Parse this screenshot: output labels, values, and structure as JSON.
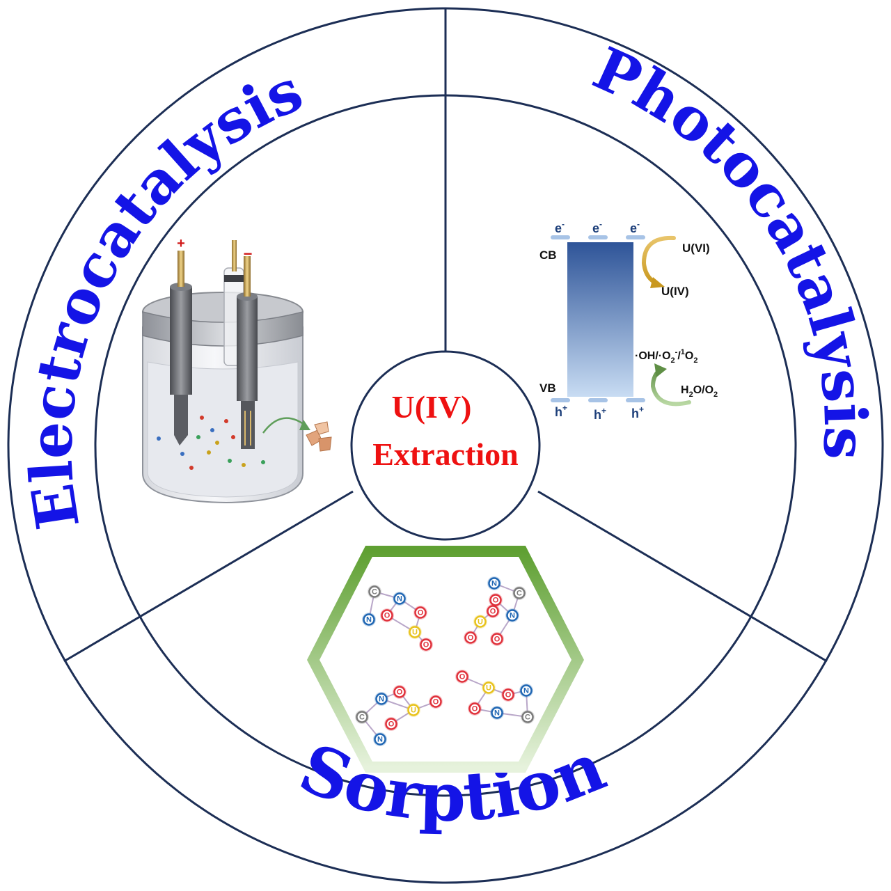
{
  "ring_titles": {
    "electrocatalysis": "Electrocatalysis",
    "photocatalysis": "Photocatalysis",
    "sorption": "Sorption"
  },
  "center": {
    "line1": "U(IV)",
    "line2": "Extraction"
  },
  "electrocatalysis_cell": {
    "positive_sign": "+",
    "negative_sign": "−"
  },
  "photocatalysis_diagram": {
    "cb_label": "CB",
    "vb_label": "VB",
    "electron_label": "e",
    "electron_sup": "-",
    "hole_label": "h",
    "hole_sup": "+",
    "u_vi": "U(VI)",
    "u_iv": "U(IV)",
    "ros": "·OH/·O",
    "ros_sub": "2",
    "ros_sup": "-",
    "ros_tail_sup": "1",
    "ros_tail": "O",
    "ros_tail_sub": "2",
    "water_h": "H",
    "water_sub": "2",
    "water_mid": "O/O",
    "water_sub2": "2"
  },
  "sorption_atoms": {
    "c": "C",
    "n": "N",
    "o": "O",
    "u": "U"
  },
  "colors": {
    "ring_stroke": "#1c2e55",
    "title": "#1414e6",
    "center_text": "#ee1111",
    "hexagon": "#6aaa3a",
    "atom_n": "#1f66b3",
    "atom_o": "#e0303a",
    "atom_u": "#e8c21a",
    "atom_c": "#7a7a7a"
  }
}
